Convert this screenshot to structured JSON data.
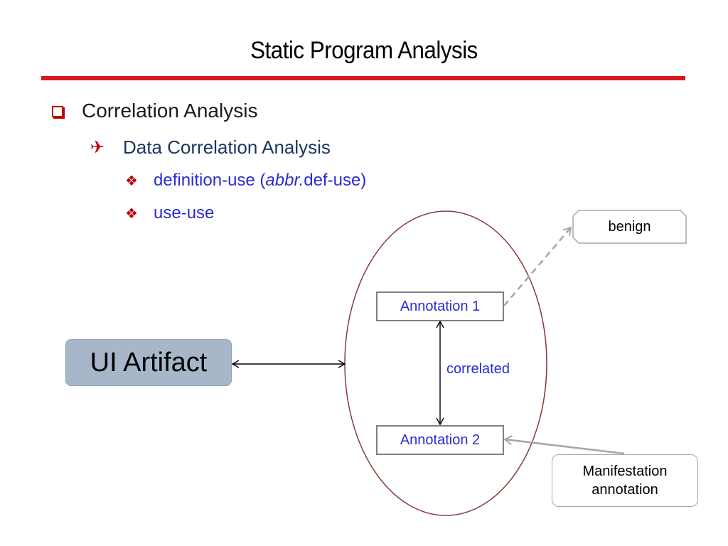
{
  "slide": {
    "title": "Static Program Analysis",
    "accent_color": "#d7191e"
  },
  "bullets": {
    "level1": {
      "marker": "hollow-square",
      "text": "Correlation Analysis"
    },
    "level2": {
      "marker": "airplane",
      "text": "Data Correlation Analysis"
    },
    "level3": [
      {
        "marker": "diamond-flower",
        "before": "definition-use (",
        "abbr": "abbr.",
        "after": " def-use)"
      },
      {
        "marker": "diamond-flower",
        "text": "use-use"
      }
    ]
  },
  "diagram": {
    "ui_artifact": "UI Artifact",
    "annotation_1": "Annotation 1",
    "annotation_2": "Annotation 2",
    "correlated_label": "correlated",
    "benign_label": "benign",
    "manifest_line1": "Manifestation",
    "manifest_line2": "annotation"
  }
}
